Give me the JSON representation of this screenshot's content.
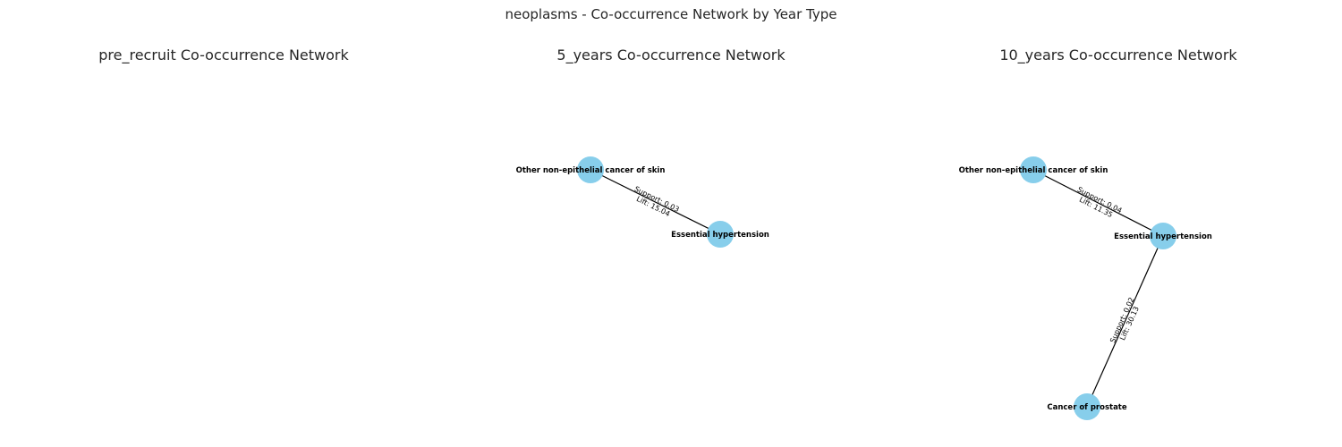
{
  "figure": {
    "title": "neoplasms - Co-occurrence Network by Year Type",
    "panels": [
      {
        "title": "pre_recruit Co-occurrence Network",
        "nodes": [],
        "edges": []
      },
      {
        "title": "5_years Co-occurrence Network",
        "nodes": [
          {
            "id": "n1",
            "label": "Other non-epithelial cancer of skin"
          },
          {
            "id": "n2",
            "label": "Essential hypertension"
          }
        ],
        "edges": [
          {
            "source": "n1",
            "target": "n2",
            "support_label": "Support: 0.03",
            "lift_label": "Lift: 15.04"
          }
        ]
      },
      {
        "title": "10_years Co-occurrence Network",
        "nodes": [
          {
            "id": "n1",
            "label": "Other non-epithelial cancer of skin"
          },
          {
            "id": "n2",
            "label": "Essential hypertension"
          },
          {
            "id": "n3",
            "label": "Cancer of prostate"
          }
        ],
        "edges": [
          {
            "source": "n1",
            "target": "n2",
            "support_label": "Support: 0.04",
            "lift_label": "Lift: 11.35"
          },
          {
            "source": "n2",
            "target": "n3",
            "support_label": "Support: 0.02",
            "lift_label": "Lift: 30.13"
          }
        ]
      }
    ]
  },
  "style": {
    "node_color": "#87ceeb",
    "edge_color": "#000000"
  }
}
